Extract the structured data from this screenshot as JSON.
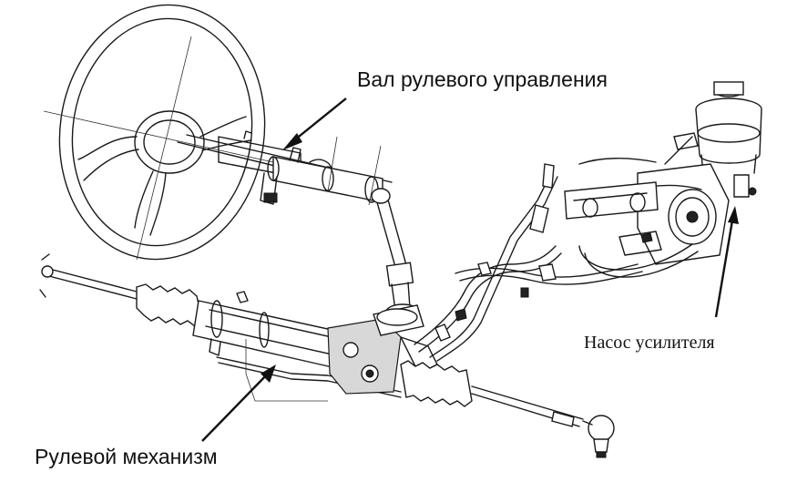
{
  "labels": {
    "steering_shaft": "Вал рулевого управления",
    "power_pump": "Насос усилителя",
    "steering_gear": "Рулевой механизм"
  },
  "colors": {
    "background": "#ffffff",
    "line": "#1a1a1a",
    "text": "#111111"
  }
}
